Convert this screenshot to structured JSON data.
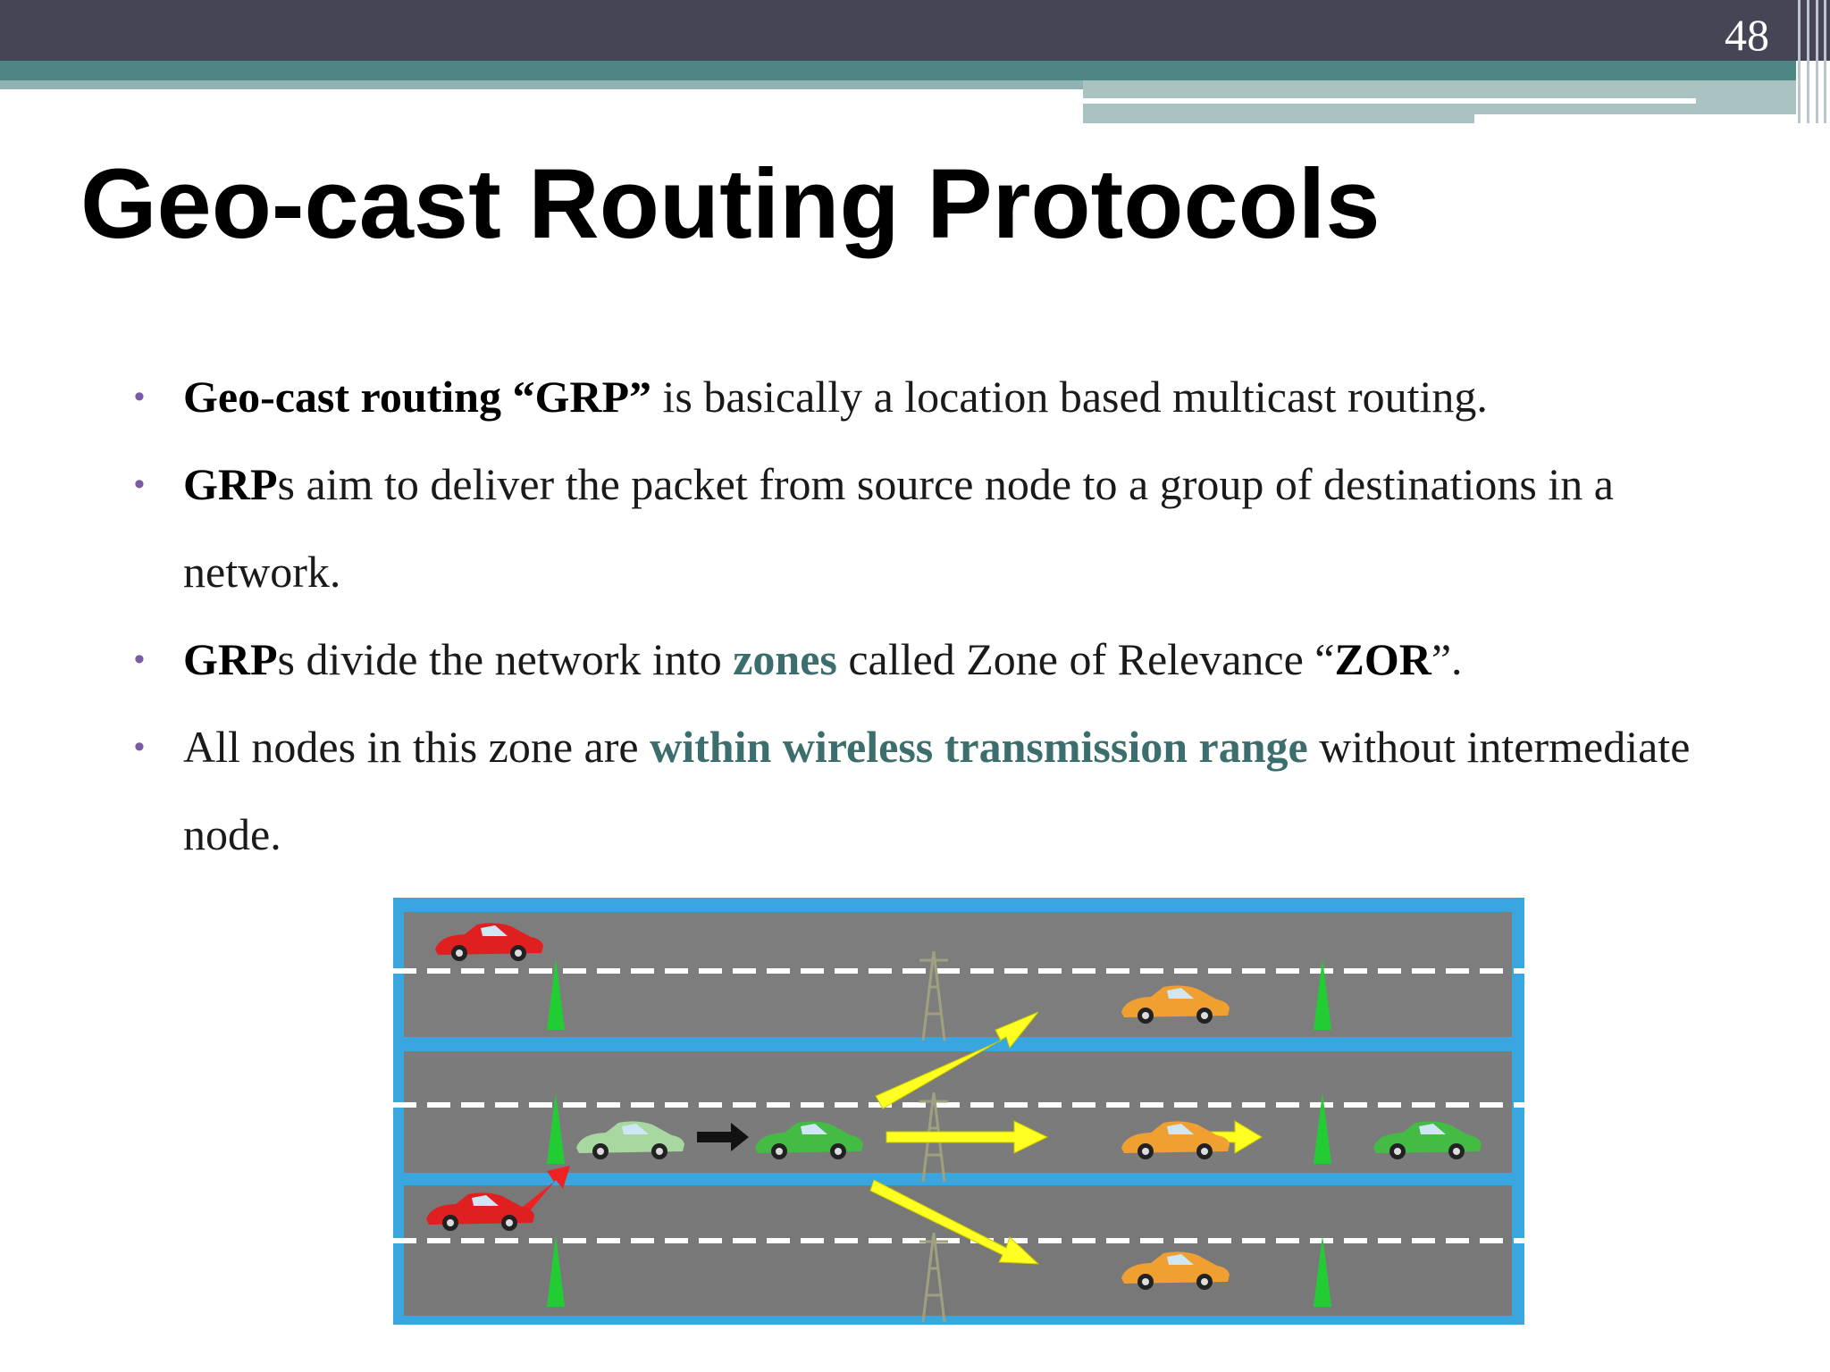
{
  "slide": {
    "number": "48",
    "title": "Geo-cast Routing Protocols"
  },
  "bullets": [
    {
      "b1": "Geo-cast routing “GRP”",
      "t1": " is basically a location based multicast routing."
    },
    {
      "b1": "GRP",
      "t1": "s aim to deliver the packet from source node to a group of destinations in a network."
    },
    {
      "b1": "GRP",
      "t1": "s divide the network into ",
      "h1": "zones",
      "t2": " called Zone of Relevance “",
      "b2": "ZOR",
      "t3": "”."
    },
    {
      "t1": "All nodes in this zone are ",
      "h1": "within wireless transmission range",
      "t2": " without intermediate node."
    }
  ],
  "colors": {
    "header_dark": "#454556",
    "header_teal": "#4e8585",
    "bullet_marker": "#7b5aa6",
    "highlight_text": "#3c6e6e",
    "road": "#7a7a7a",
    "lane_divider": "#3aa6e0",
    "arrow": "#ffff22"
  }
}
